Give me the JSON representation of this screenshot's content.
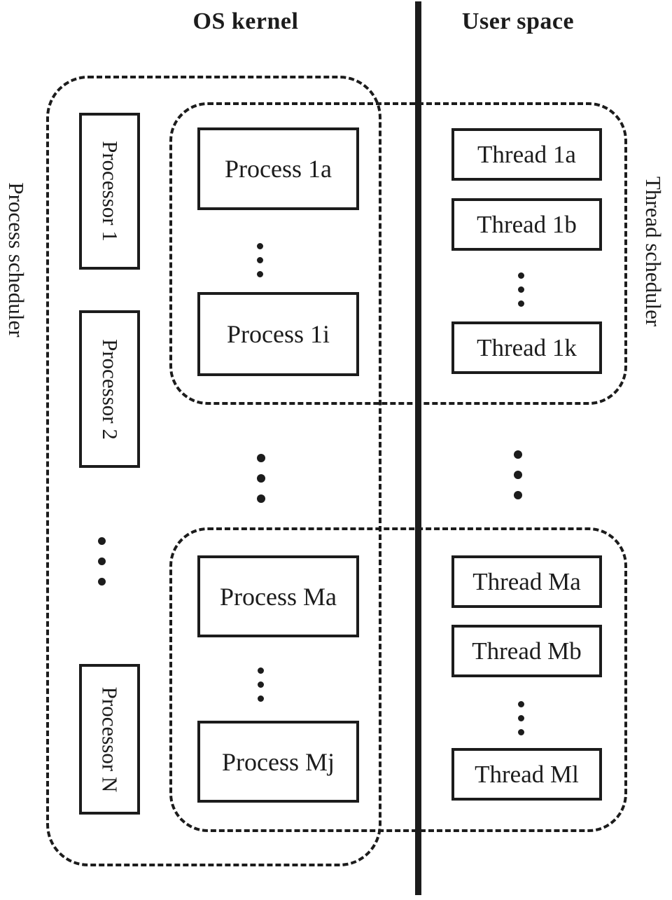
{
  "colors": {
    "ink": "#1c1c1c",
    "background": "#ffffff"
  },
  "headers": {
    "os_kernel": "OS kernel",
    "user_space": "User space"
  },
  "side_labels": {
    "process_scheduler": "Process scheduler",
    "thread_scheduler": "Thread scheduler"
  },
  "processors": {
    "items": [
      "Processor 1",
      "Processor 2",
      "Processor N"
    ]
  },
  "groups": [
    {
      "processes": [
        "Process 1a",
        "Process 1i"
      ],
      "threads": [
        "Thread 1a",
        "Thread 1b",
        "Thread 1k"
      ]
    },
    {
      "processes": [
        "Process Ma",
        "Process Mj"
      ],
      "threads": [
        "Thread Ma",
        "Thread Mb",
        "Thread Ml"
      ]
    }
  ]
}
